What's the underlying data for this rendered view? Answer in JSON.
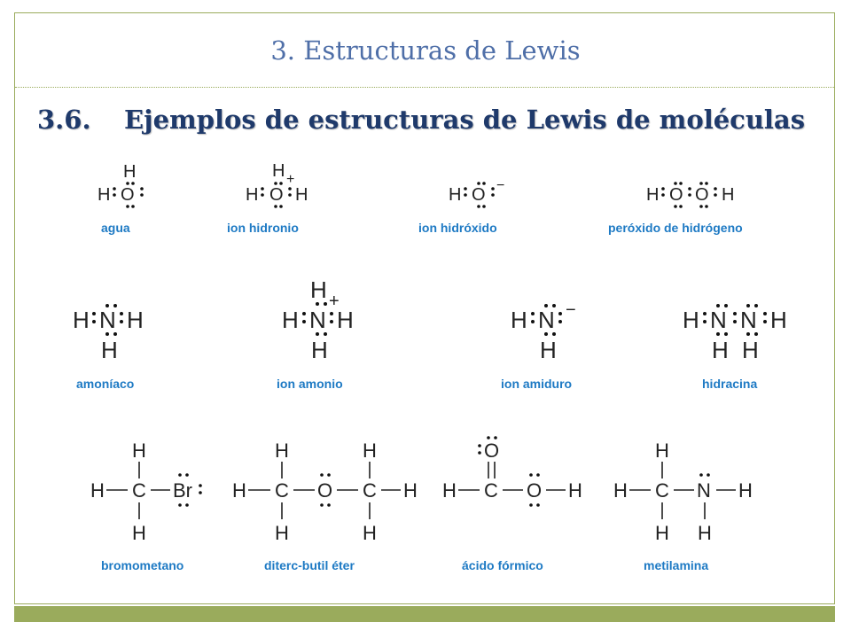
{
  "slide": {
    "title": "3. Estructuras de Lewis",
    "subtitle_number": "3.6.",
    "subtitle_text": "Ejemplos de estructuras de Lewis de moléculas"
  },
  "molecules": {
    "agua": "agua",
    "hidronio": "ion hidronio",
    "hidroxido": "ion hidróxido",
    "peroxido": "peróxido de hidrógeno",
    "amoniaco": "amoníaco",
    "amonio": "ion amonio",
    "amiduro": "ion amiduro",
    "hidracina": "hidracina",
    "bromometano": "bromometano",
    "diterc": "diterc-butil éter",
    "formico": "ácido fórmico",
    "metilamina": "metilamina"
  },
  "atoms": {
    "H": "H",
    "O": "O",
    "N": "N",
    "C": "C",
    "Br": "Br",
    "plus": "+",
    "minus": "−"
  },
  "colors": {
    "accent_green": "#9aab5c",
    "title_blue": "#4f6fa8",
    "subtitle_navy": "#1f3a6b",
    "label_blue": "#1e7ac4"
  }
}
